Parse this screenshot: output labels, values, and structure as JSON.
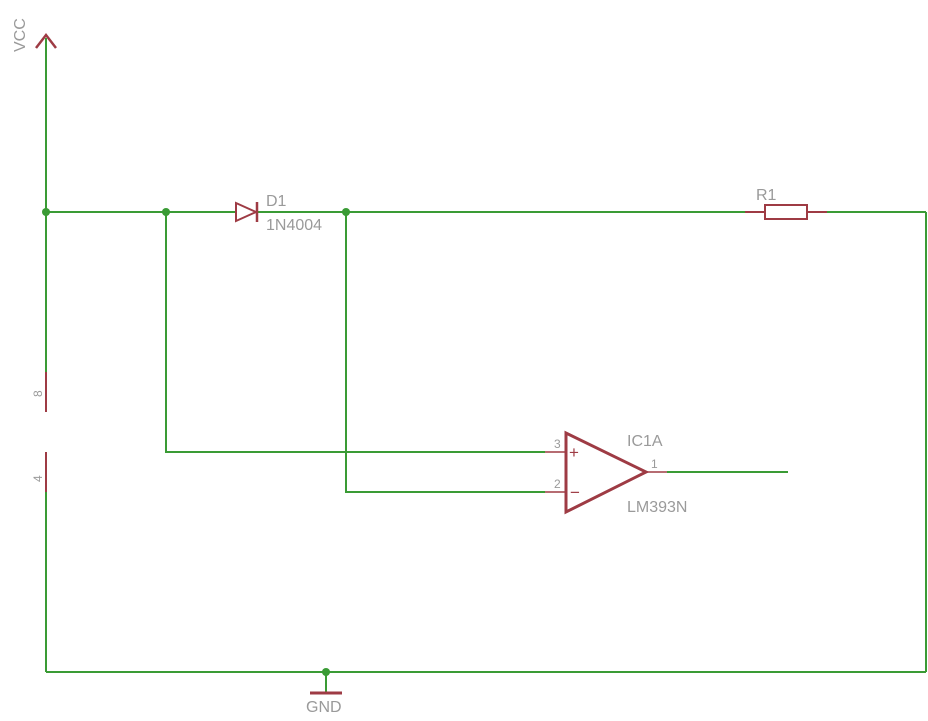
{
  "colors": {
    "wire": "#3a9b35",
    "part": "#9e3b44",
    "label": "#9a9a9a",
    "background": "#ffffff"
  },
  "supply": {
    "vcc": "VCC",
    "gnd": "GND"
  },
  "diode": {
    "name": "D1",
    "value": "1N4004"
  },
  "resistor": {
    "name": "R1"
  },
  "comparator": {
    "name": "IC1A",
    "value": "LM393N",
    "plus_sign": "+",
    "minus_sign": "−",
    "pins": {
      "noninv": "3",
      "inv": "2",
      "out": "1",
      "vcc": "8",
      "gnd": "4"
    }
  }
}
